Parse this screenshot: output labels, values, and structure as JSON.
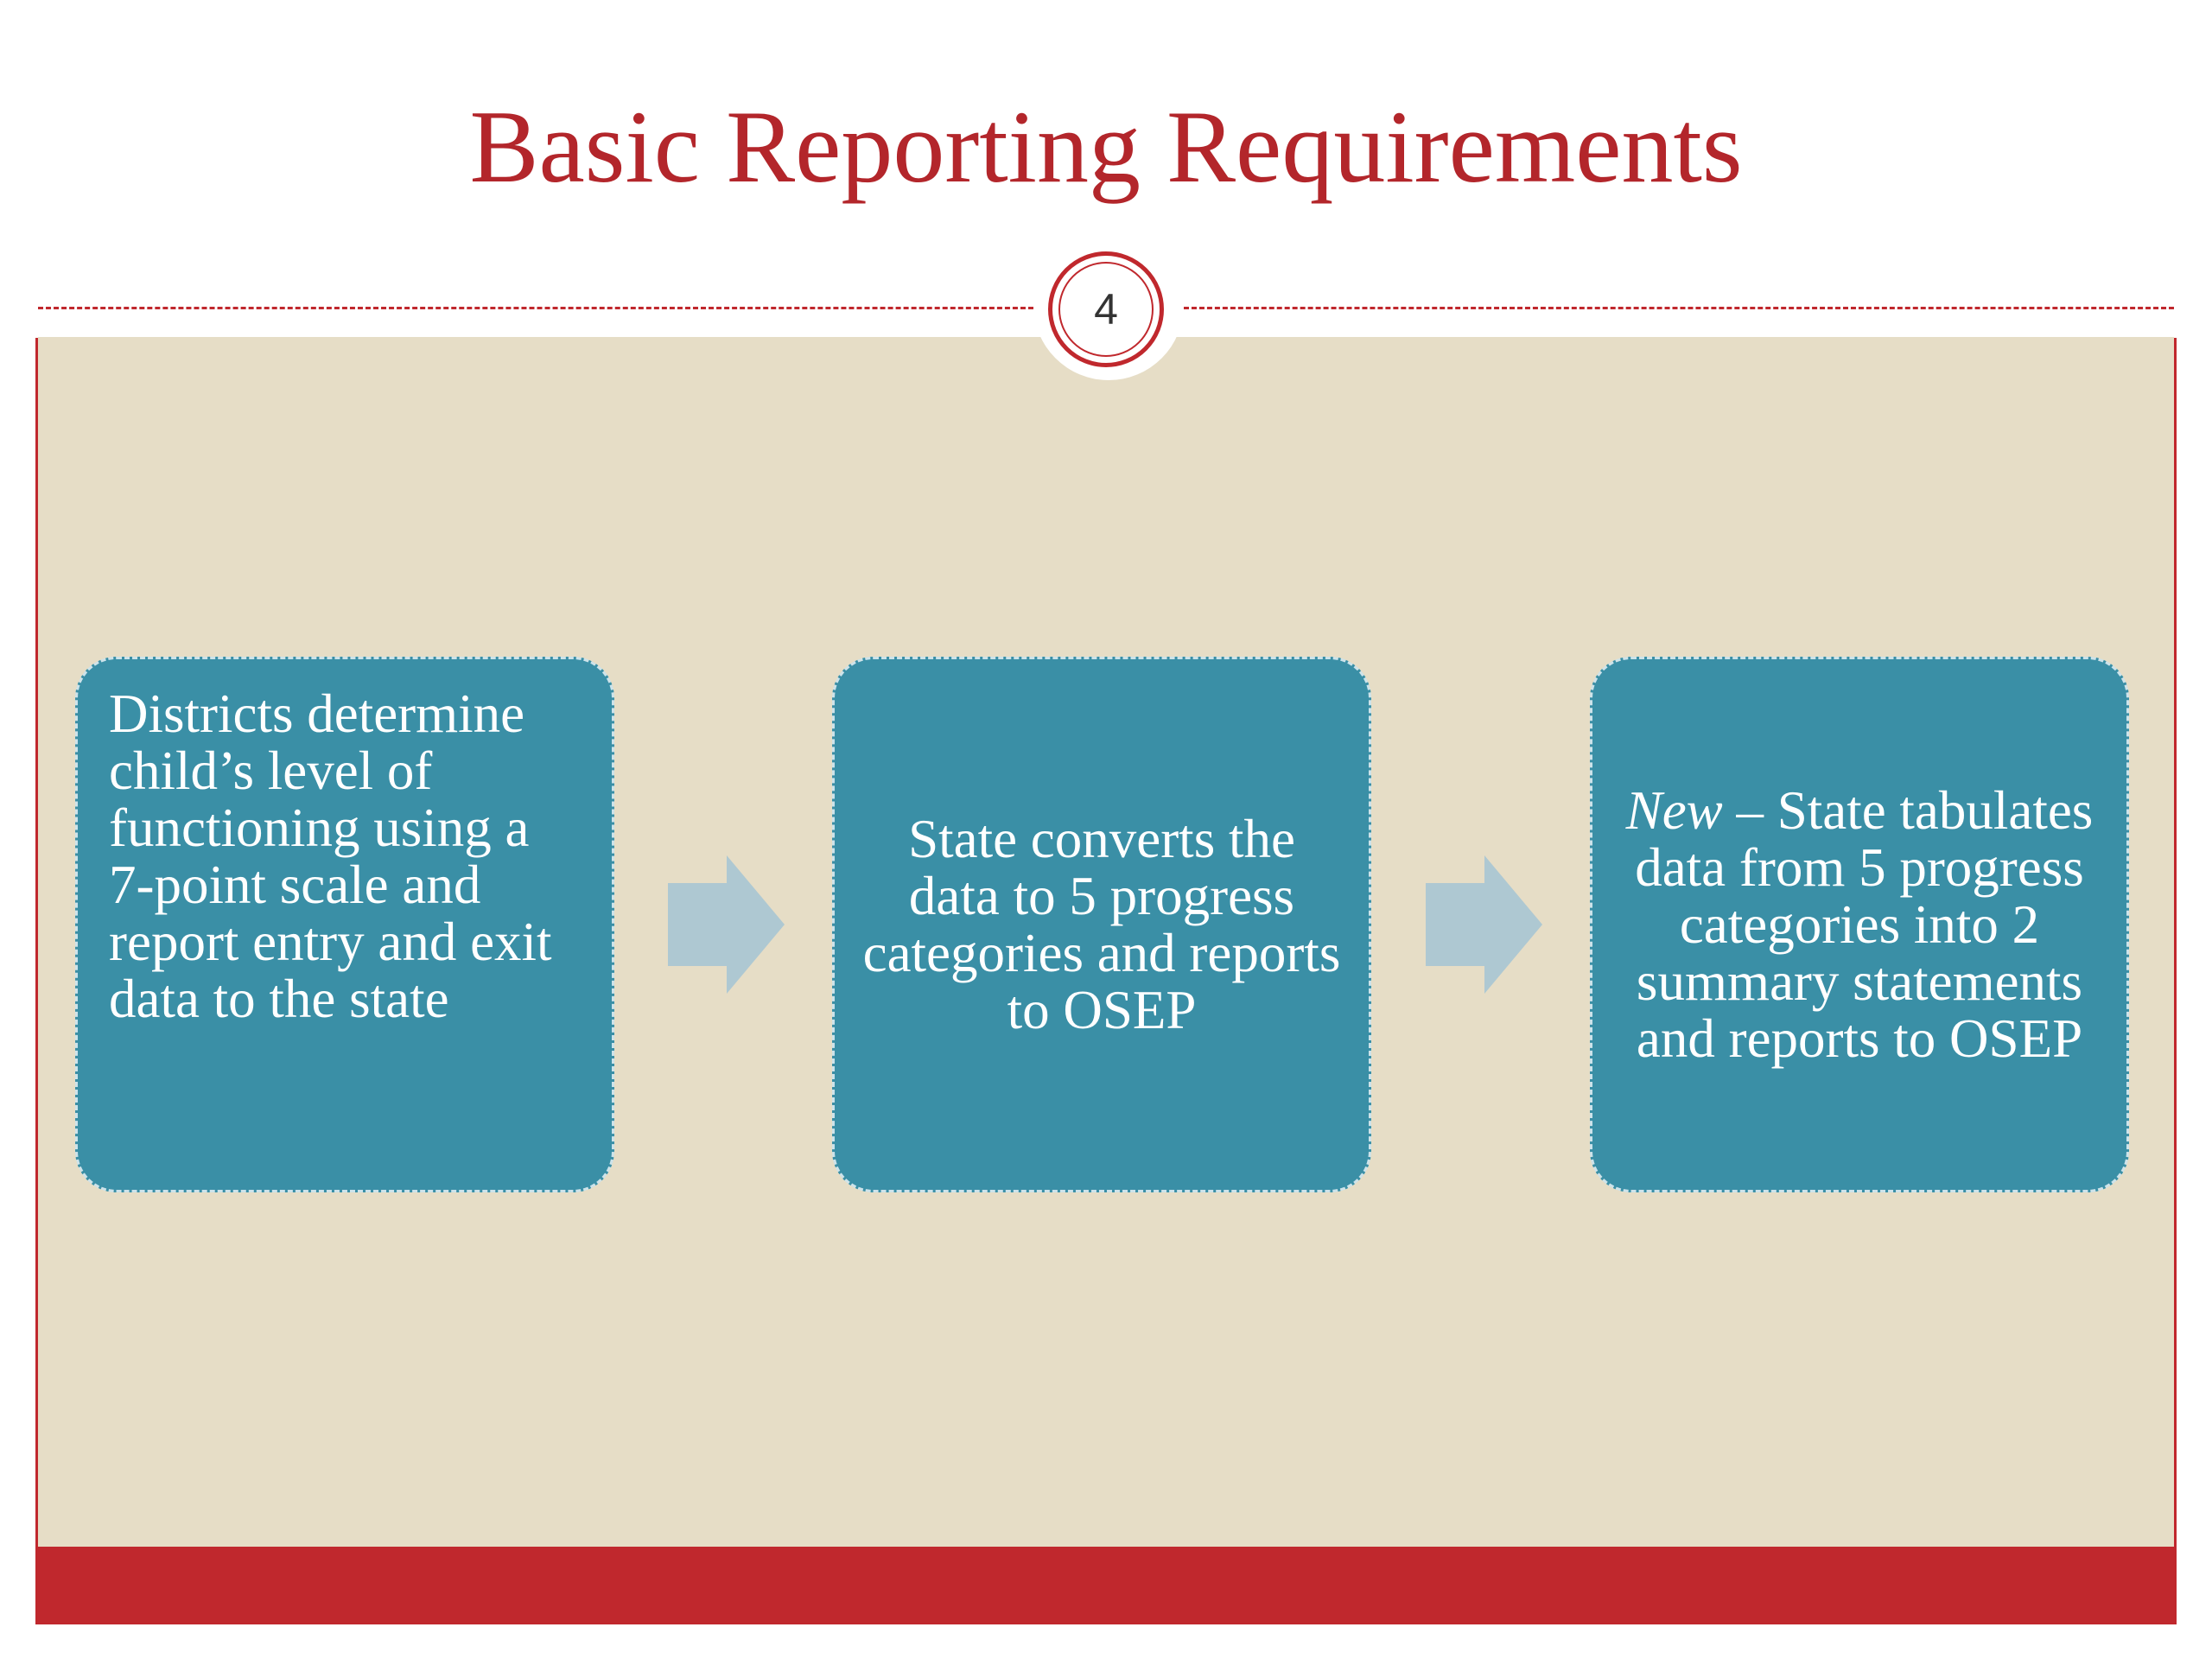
{
  "slide": {
    "title": "Basic Reporting Requirements",
    "page_number": "4"
  },
  "steps": [
    {
      "text": "Districts determine child’s level of functioning using a 7-point scale and report entry and exit data to the state"
    },
    {
      "text": "State converts the data to 5 progress categories and reports to OSEP"
    },
    {
      "emphasis": "New",
      "text": " – State tabulates data from 5 progress categories  into 2 summary statements and reports to OSEP"
    }
  ],
  "colors": {
    "accent_red": "#c0282d",
    "title_red": "#b3262b",
    "content_background": "#e6ddc6",
    "box_teal": "#3a8fa6",
    "arrow_blue": "#aec8d2"
  },
  "icons": [
    "right-arrow-icon",
    "right-arrow-icon"
  ]
}
